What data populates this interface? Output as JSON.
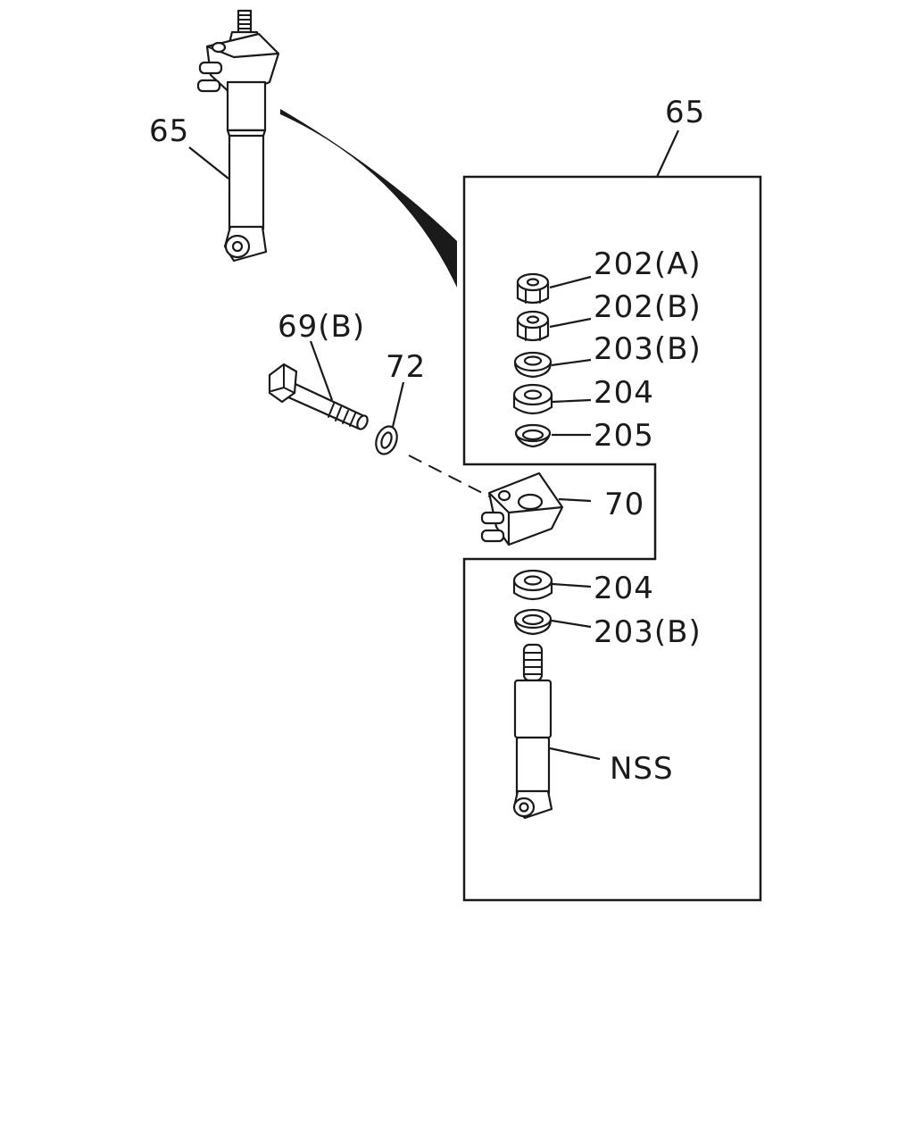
{
  "callouts": {
    "shock_absorber_main": "65",
    "detail_box": "65",
    "nut_a": "202(A)",
    "nut_b": "202(B)",
    "washer_upper": "203(B)",
    "bushing_upper": "204",
    "washer_cup": "205",
    "bracket": "70",
    "bushing_lower": "204",
    "washer_lower": "203(B)",
    "shock_absorber_nss": "NSS",
    "bolt": "69(B)",
    "washer_flat": "72"
  }
}
